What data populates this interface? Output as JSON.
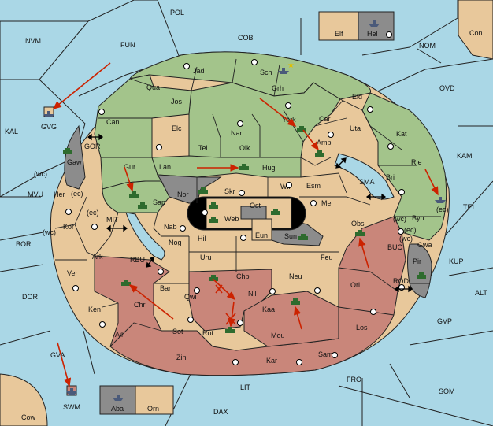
{
  "colors": {
    "sea": "#aad7e6",
    "neutral": "#e8c89b",
    "green": "#a3c48b",
    "red": "#c9867a",
    "grey": "#8c8c8c",
    "black": "#000000",
    "order_arrow": "#cc2200",
    "border": "#222222"
  },
  "sea_provinces": [
    "POL",
    "NVM",
    "FUN",
    "COB",
    "NOM",
    "Con",
    "OVD",
    "KAL",
    "KAM",
    "GVG",
    "GOR",
    "MVU",
    "MIT",
    "SMA",
    "TEI",
    "BOR",
    "RBU",
    "BUC",
    "KUP",
    "DOR",
    "ROD",
    "ALT",
    "GVP",
    "GVA",
    "FRO",
    "SOM",
    "SWM",
    "LIT",
    "DAX",
    "Cow"
  ],
  "land_provinces": [
    "Jad",
    "Sch",
    "Qua",
    "Grh",
    "Jos",
    "Eld",
    "Can",
    "Car",
    "Elc",
    "Nar",
    "Uta",
    "Kat",
    "York",
    "Amp",
    "Tel",
    "Olk",
    "Gur",
    "Lan",
    "Hug",
    "Rie",
    "Gaw",
    "Bri",
    "Wil",
    "Esm",
    "Nor",
    "Skr",
    "Ost",
    "Her",
    "Sap",
    "Web",
    "Mel",
    "Byn",
    "Kor",
    "Nab",
    "Eun",
    "Obs",
    "Hil",
    "Sun",
    "Gwa",
    "Ark",
    "Nog",
    "Uru",
    "Feu",
    "Pir",
    "Ver",
    "Chp",
    "Neu",
    "Orl",
    "Bar",
    "Qwi",
    "Nil",
    "Ken",
    "Chr",
    "Kaa",
    "Ail",
    "Sot",
    "Rot",
    "Mou",
    "Los",
    "Zin",
    "Kar",
    "Sam",
    "Elf",
    "Hel",
    "Aba",
    "Orn"
  ],
  "coast_labels": [
    "(wc)",
    "(ec)",
    "(ec)",
    "(wc)",
    "(wc)",
    "(ec)",
    "(wc)",
    "(ec)"
  ],
  "orders": [
    "York",
    "Amp",
    "Hug",
    "Gur",
    "Obs",
    "Kaa",
    "Chp",
    "Nil",
    "Chr",
    "Rie",
    "GVG",
    "SWM"
  ]
}
